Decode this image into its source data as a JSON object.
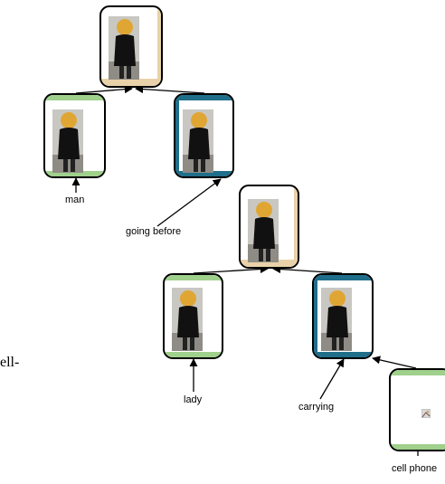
{
  "colors": {
    "tan": "#e9d2a9",
    "green": "#9fd08c",
    "teal": "#1f6e8a",
    "line": "#000000"
  },
  "labels": {
    "man": "man",
    "going_before": "going before",
    "lady": "lady",
    "carrying": "carrying",
    "cell_phone": "cell phone"
  },
  "side_text": "ell-",
  "icons": {
    "photo": "person-with-phone-photo",
    "thumb": "small-image-icon"
  }
}
